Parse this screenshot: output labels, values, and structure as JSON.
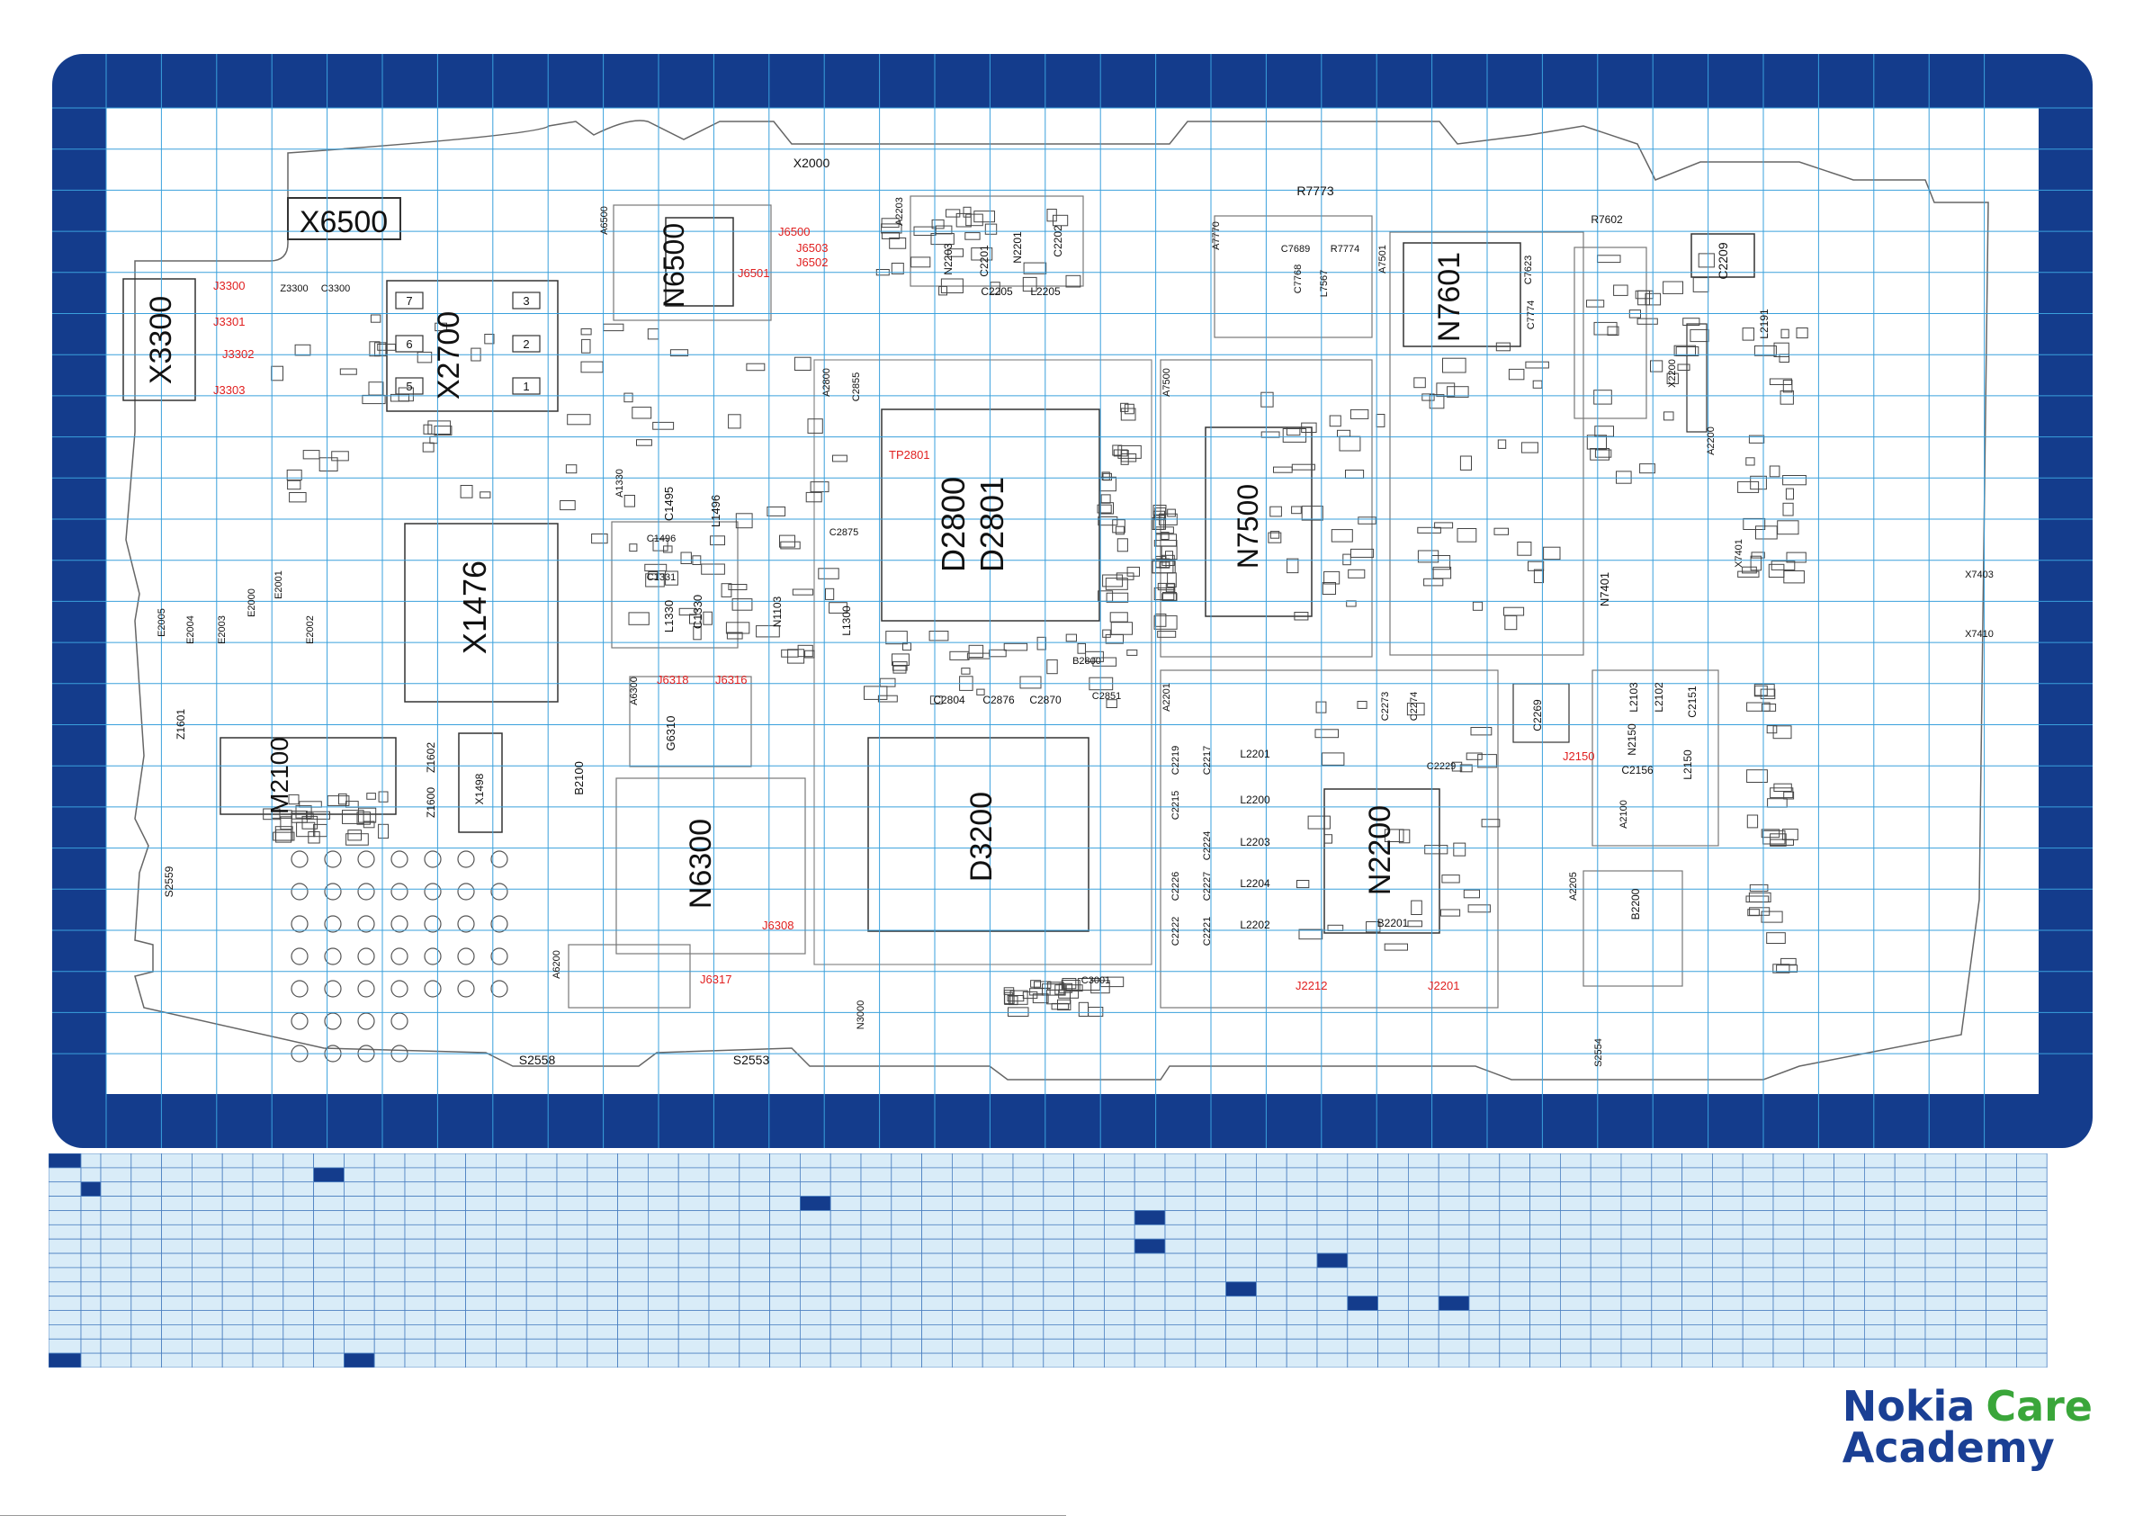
{
  "components": [
    {
      "id": "X6500",
      "label": "X6500"
    },
    {
      "id": "X3300",
      "label": "X3300"
    },
    {
      "id": "X2700",
      "label": "X2700"
    },
    {
      "id": "N6500",
      "label": "N6500"
    },
    {
      "id": "X1476",
      "label": "X1476"
    },
    {
      "id": "D2800",
      "label": "D2800"
    },
    {
      "id": "D2801",
      "label": "D2801"
    },
    {
      "id": "N7500",
      "label": "N7500"
    },
    {
      "id": "N7601",
      "label": "N7601"
    },
    {
      "id": "D3200",
      "label": "D3200"
    },
    {
      "id": "N6300",
      "label": "N6300"
    },
    {
      "id": "N2200",
      "label": "N2200"
    },
    {
      "id": "M2100",
      "label": "M2100"
    },
    {
      "id": "X2000",
      "label": "X2000"
    },
    {
      "id": "R7773",
      "label": "R7773"
    },
    {
      "id": "C2209",
      "label": "C2209"
    },
    {
      "id": "L2191",
      "label": "L2191"
    },
    {
      "id": "N7401",
      "label": "N7401"
    },
    {
      "id": "L1496",
      "label": "L1496"
    },
    {
      "id": "C1495",
      "label": "C1495"
    },
    {
      "id": "C1496",
      "label": "C1496"
    },
    {
      "id": "C1331",
      "label": "C1331"
    },
    {
      "id": "L1330",
      "label": "L1330"
    },
    {
      "id": "C1330",
      "label": "C1330"
    },
    {
      "id": "N1103",
      "label": "N1103"
    },
    {
      "id": "L1300",
      "label": "L1300"
    },
    {
      "id": "G6310",
      "label": "G6310"
    },
    {
      "id": "B2100",
      "label": "B2100"
    },
    {
      "id": "X1498",
      "label": "X1498"
    },
    {
      "id": "Z1602",
      "label": "Z1602"
    },
    {
      "id": "Z1600",
      "label": "Z1600"
    },
    {
      "id": "Z1601",
      "label": "Z1601"
    },
    {
      "id": "S2559",
      "label": "S2559"
    },
    {
      "id": "S2558",
      "label": "S2558"
    },
    {
      "id": "S2553",
      "label": "S2553"
    },
    {
      "id": "S2554",
      "label": "S2554"
    },
    {
      "id": "C2205",
      "label": "C2205"
    },
    {
      "id": "L2205",
      "label": "L2205"
    },
    {
      "id": "N2203",
      "label": "N2203"
    },
    {
      "id": "N2201",
      "label": "N2201"
    },
    {
      "id": "C2202",
      "label": "C2202"
    },
    {
      "id": "C2201",
      "label": "C2201"
    },
    {
      "id": "C7689",
      "label": "C7689"
    },
    {
      "id": "R7774",
      "label": "R7774"
    },
    {
      "id": "L7567",
      "label": "L7567"
    },
    {
      "id": "C7768",
      "label": "C7768"
    },
    {
      "id": "C7623",
      "label": "C7623"
    },
    {
      "id": "C7774",
      "label": "C7774"
    },
    {
      "id": "R7602",
      "label": "R7602"
    },
    {
      "id": "C2219",
      "label": "C2219"
    },
    {
      "id": "C2217",
      "label": "C2217"
    },
    {
      "id": "L2201",
      "label": "L2201"
    },
    {
      "id": "L2200",
      "label": "L2200"
    },
    {
      "id": "L2203",
      "label": "L2203"
    },
    {
      "id": "L2204",
      "label": "L2204"
    },
    {
      "id": "L2202",
      "label": "L2202"
    },
    {
      "id": "C2215",
      "label": "C2215"
    },
    {
      "id": "C2224",
      "label": "C2224"
    },
    {
      "id": "C2226",
      "label": "C2226"
    },
    {
      "id": "C2227",
      "label": "C2227"
    },
    {
      "id": "C2222",
      "label": "C2222"
    },
    {
      "id": "C2221",
      "label": "C2221"
    },
    {
      "id": "C2273",
      "label": "C2273"
    },
    {
      "id": "C2274",
      "label": "C2274"
    },
    {
      "id": "C2229",
      "label": "C2229"
    },
    {
      "id": "B2201",
      "label": "B2201"
    },
    {
      "id": "C2269",
      "label": "C2269"
    },
    {
      "id": "L2103",
      "label": "L2103"
    },
    {
      "id": "L2102",
      "label": "L2102"
    },
    {
      "id": "C2151",
      "label": "C2151"
    },
    {
      "id": "N2150",
      "label": "N2150"
    },
    {
      "id": "C2156",
      "label": "C2156"
    },
    {
      "id": "L2150",
      "label": "L2150"
    },
    {
      "id": "B2200",
      "label": "B2200"
    },
    {
      "id": "C2804",
      "label": "C2804"
    },
    {
      "id": "C2876",
      "label": "C2876"
    },
    {
      "id": "C2870",
      "label": "C2870"
    },
    {
      "id": "C2851",
      "label": "C2851"
    },
    {
      "id": "B2800",
      "label": "B2800"
    },
    {
      "id": "C2875",
      "label": "C2875"
    },
    {
      "id": "C2855",
      "label": "C2855"
    },
    {
      "id": "X7403",
      "label": "X7403"
    },
    {
      "id": "X7410",
      "label": "X7410"
    },
    {
      "id": "X7401",
      "label": "X7401"
    },
    {
      "id": "Z3300",
      "label": "Z3300"
    },
    {
      "id": "C3300",
      "label": "C3300"
    },
    {
      "id": "E2005",
      "label": "E2005"
    },
    {
      "id": "E2004",
      "label": "E2004"
    },
    {
      "id": "E2003",
      "label": "E2003"
    },
    {
      "id": "E2000",
      "label": "E2000"
    },
    {
      "id": "E2001",
      "label": "E2001"
    },
    {
      "id": "E2002",
      "label": "E2002"
    },
    {
      "id": "N3000",
      "label": "N3000"
    },
    {
      "id": "C3001",
      "label": "C3001"
    },
    {
      "id": "X2200",
      "label": "X2200"
    },
    {
      "id": "A2200",
      "label": "A2200"
    },
    {
      "id": "A2201",
      "label": "A2201"
    },
    {
      "id": "A2203",
      "label": "A2203"
    },
    {
      "id": "A2205",
      "label": "A2205"
    },
    {
      "id": "A2100",
      "label": "A2100"
    },
    {
      "id": "A7500",
      "label": "A7500"
    },
    {
      "id": "A7501",
      "label": "A7501"
    },
    {
      "id": "A7770",
      "label": "A7770"
    },
    {
      "id": "A6500",
      "label": "A6500"
    },
    {
      "id": "A1330",
      "label": "A1330"
    },
    {
      "id": "A6300",
      "label": "A6300"
    },
    {
      "id": "A2800",
      "label": "A2800"
    },
    {
      "id": "A6200",
      "label": "A6200"
    }
  ],
  "pads": [
    {
      "id": "J3300",
      "label": "J3300"
    },
    {
      "id": "J3301",
      "label": "J3301"
    },
    {
      "id": "J3302",
      "label": "J3302"
    },
    {
      "id": "J3303",
      "label": "J3303"
    },
    {
      "id": "J6500",
      "label": "J6500"
    },
    {
      "id": "J6503",
      "label": "J6503"
    },
    {
      "id": "J6502",
      "label": "J6502"
    },
    {
      "id": "J6501",
      "label": "J6501"
    },
    {
      "id": "TP2801",
      "label": "TP2801"
    },
    {
      "id": "J6318",
      "label": "J6318"
    },
    {
      "id": "J6316",
      "label": "J6316"
    },
    {
      "id": "J6308",
      "label": "J6308"
    },
    {
      "id": "J6317",
      "label": "J6317"
    },
    {
      "id": "J2150",
      "label": "J2150"
    },
    {
      "id": "J2212",
      "label": "J2212"
    },
    {
      "id": "J2201",
      "label": "J2201"
    }
  ],
  "connector_pins": [
    "7",
    "3",
    "6",
    "2",
    "5",
    "1"
  ],
  "brand": {
    "line1a": "Nokia",
    "line1b": "Care",
    "line2": "Academy"
  },
  "colors": {
    "frame": "#143c8c",
    "grid": "#3aa0dc",
    "legend_fill": "#d9ecf8",
    "legend_dark": "#143c8c",
    "brand_blue": "#1a3f94",
    "brand_green": "#3aa63a",
    "pad_red": "#e02020"
  }
}
